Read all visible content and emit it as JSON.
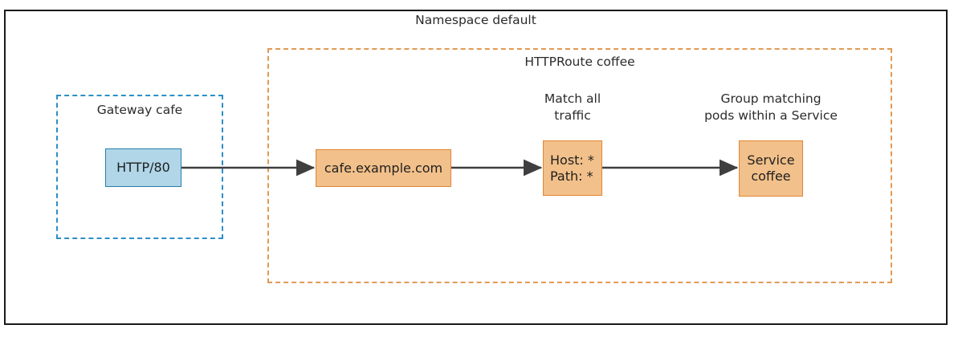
{
  "diagram": {
    "title": "Namespace default",
    "groups": [
      {
        "id": "gateway",
        "label": "Gateway cafe",
        "border_color": "#2d8fc4",
        "style": "dashed"
      },
      {
        "id": "httproute",
        "label": "HTTPRoute coffee",
        "border_color": "#e09a54",
        "style": "dashed"
      }
    ],
    "nodes": [
      {
        "id": "listener",
        "label": "HTTP/80",
        "fill": "#b0d6e8",
        "border": "#2a7fa8",
        "caption": ""
      },
      {
        "id": "hostname",
        "label": "cafe.example.com",
        "fill": "#f2c08a",
        "border": "#e08634",
        "caption": ""
      },
      {
        "id": "match",
        "label_line1": "Host: *",
        "label_line2": "Path: *",
        "fill": "#f2c08a",
        "border": "#e08634",
        "caption": "Match all\ntraffic"
      },
      {
        "id": "service",
        "label_line1": "Service",
        "label_line2": "coffee",
        "fill": "#f2c08a",
        "border": "#e08634",
        "caption": "Group matching\npods within a Service"
      }
    ],
    "edges": [
      {
        "from": "listener",
        "to": "hostname"
      },
      {
        "from": "hostname",
        "to": "match"
      },
      {
        "from": "match",
        "to": "service"
      }
    ],
    "edge_color": "#3f3f3f",
    "outer_border_color": "#1a1a1a"
  }
}
